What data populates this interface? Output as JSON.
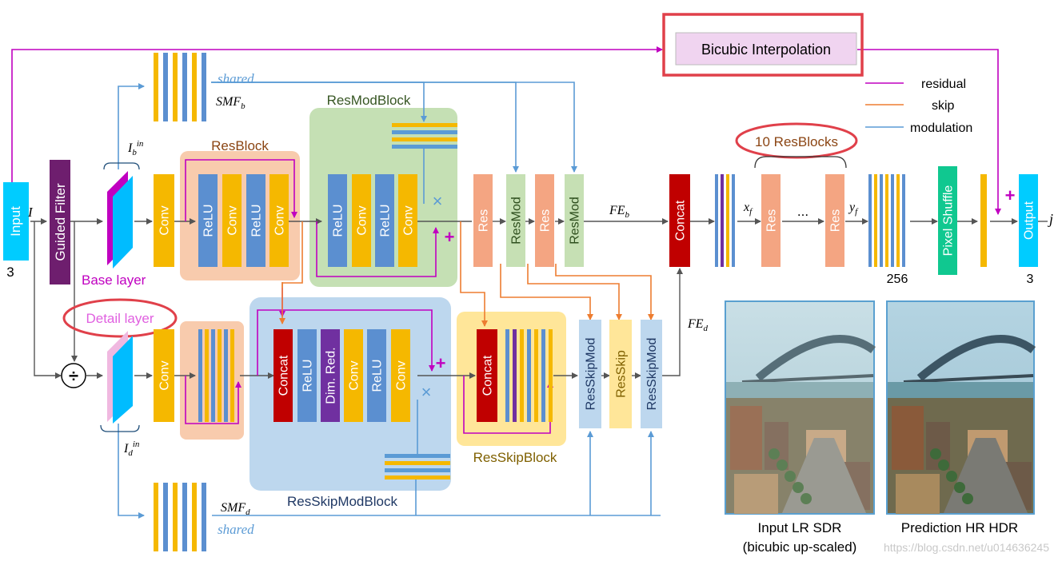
{
  "labels": {
    "input": "Input",
    "input_channels": "3",
    "I": "I",
    "guided_filter": "Guided Filter",
    "base_layer": "Base layer",
    "detail_layer": "Detail layer",
    "Ib_in": "I",
    "Ib_sub": "b",
    "Ib_sup": "in",
    "Id_in": "I",
    "Id_sub": "d",
    "Id_sup": "in",
    "smf_b": "SMF",
    "smf_b_sub": "b",
    "smf_d": "SMF",
    "smf_d_sub": "d",
    "shared_top": "shared",
    "shared_bottom": "shared",
    "bicubic": "Bicubic Interpolation",
    "resblock_title": "ResBlock",
    "resmodblock_title": "ResModBlock",
    "resskipmodblock_title": "ResSkipModBlock",
    "resskipblock_title": "ResSkipBlock",
    "conv": "Conv",
    "relu": "ReLU",
    "concat": "Concat",
    "dimred": "Dim. Red.",
    "res": "Res",
    "resmod": "ResMod",
    "resskip": "ResSkip",
    "resskipmod": "ResSkipMod",
    "fe_b": "FE",
    "fe_b_sub": "b",
    "fe_d": "FE",
    "fe_d_sub": "d",
    "x_f": "x",
    "x_f_sub": "f",
    "y_f": "y",
    "y_f_sub": "f",
    "dots": "...",
    "ten_resblocks": "10 ResBlocks",
    "n256": "256",
    "pixel_shuffle": "Pixel Shuffle",
    "output": "Output",
    "output_channels": "3",
    "j": "j",
    "plus": "+",
    "times": "×",
    "divide": "÷",
    "caption_left_1": "Input LR SDR",
    "caption_left_2": "(bicubic up-scaled)",
    "caption_right": "Prediction HR HDR",
    "watermark": "https://blog.csdn.net/u014636245"
  },
  "legend": [
    {
      "label": "residual",
      "color": "#c000c0"
    },
    {
      "label": "skip",
      "color": "#ed7d31"
    },
    {
      "label": "modulation",
      "color": "#5b9bd5"
    }
  ],
  "colors": {
    "conv": "#f5b800",
    "relu": "#5b8fd0",
    "concat": "#c00000",
    "dimred": "#7030a0",
    "res": "#f4a582",
    "resmod": "#c6e0b4",
    "resskip": "#ffe699",
    "resskipmod": "#bdd7ee",
    "input": "#00ccff",
    "guided": "#6e1e6e",
    "pixelshuffle": "#10c890",
    "resblock_bg": "#f8cbad",
    "resmodblock_bg": "#c5e0b4",
    "resskipmodblock_bg": "#bdd7ee",
    "resskipblock_bg": "#ffe699",
    "highlight": "#e0404a"
  }
}
